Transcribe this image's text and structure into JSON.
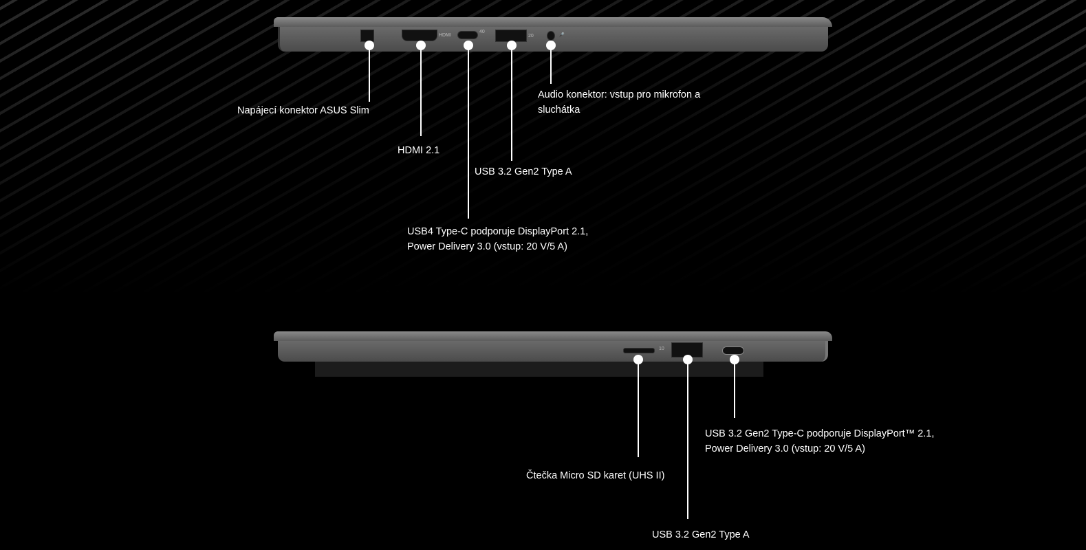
{
  "top_side": {
    "labels": {
      "power": "Napájecí konektor ASUS Slim",
      "hdmi": "HDMI 2.1",
      "usb4": [
        "USB4 Type-C podporuje DisplayPort 2.1,",
        "Power Delivery 3.0 (vstup: 20 V/5 A)"
      ],
      "usb_a": "USB 3.2 Gen2 Type A",
      "audio": [
        "Audio konektor: vstup pro mikrofon a",
        "sluchátka"
      ]
    },
    "port_marks": {
      "hdmi": "HDMI",
      "usb4": "40",
      "usb_a": "20"
    }
  },
  "bottom_side": {
    "labels": {
      "sd": "Čtečka Micro SD karet (UHS II)",
      "usb_a": "USB 3.2 Gen2 Type A",
      "usb_c": [
        "USB 3.2 Gen2 Type-C podporuje DisplayPort™ 2.1,",
        "Power Delivery 3.0 (vstup: 20 V/5 A)"
      ]
    },
    "port_marks": {
      "usb_a": "10"
    }
  }
}
